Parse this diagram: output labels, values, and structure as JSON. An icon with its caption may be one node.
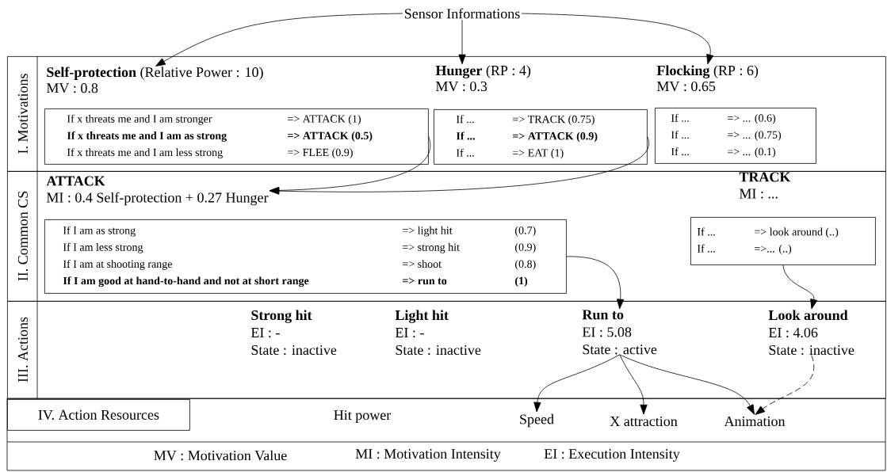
{
  "diagram": {
    "nodes": [
      {
        "text": [
          "Sensor Informations"
        ]
      },
      {
        "text": [
          "I. Motivations"
        ]
      },
      {
        "text": [
          "**Self-protection** (Relative Power : 10)",
          "MV : 0.8"
        ],
        "in": 1
      },
      {
        "text": [
          "If x threats me and I am stronger",
          "=> ATTACK (1)",
          "**If x threats me and I am as strong**",
          "**=> ATTACK (0.5)**",
          "If x threats me and I am less strong",
          "=> FLEE (0.9)"
        ],
        "in": 1
      },
      {
        "text": [
          "**Hunger** (RP : 4)",
          "MV : 0.3"
        ],
        "in": 1
      },
      {
        "text": [
          "If ...",
          "=> TRACK (0.75)",
          "**If ...**",
          "**=> ATTACK (0.9)**",
          "If ...",
          "=> EAT  (1)"
        ],
        "in": 1
      },
      {
        "text": [
          "**Flocking** (RP : 6)",
          "MV : 0.65"
        ],
        "in": 1
      },
      {
        "text": [
          "If ...",
          "=> ... (0.6)",
          "If ...",
          "=> ... (0.75)",
          "If ...",
          "=> ... (0.1)"
        ],
        "in": 1
      },
      {
        "text": [
          "II. Common CS"
        ]
      },
      {
        "text": [
          "ATTACK",
          "MI : 0.4 Self-protection + 0.27 Hunger"
        ],
        "in": 8
      },
      {
        "text": [
          "If I am as strong",
          "=> light hit",
          "(0.7)",
          "If I am less strong",
          "=> strong hit",
          "(0.9)",
          "If I am at shooting range",
          "=> shoot",
          "(0.8)",
          "**If I am good at hand-to-hand and not at short range**",
          "**=> run to**",
          "**(1)**"
        ],
        "in": 8
      },
      {
        "text": [
          "TRACK",
          "MI : ..."
        ],
        "in": 8
      },
      {
        "text": [
          "If ...",
          "=> look around (..)",
          "If ...",
          "=>... (..)"
        ],
        "in": 8
      },
      {
        "text": [
          "III. Actions"
        ]
      },
      {
        "text": [
          "Strong hit",
          "EI : -",
          "State : inactive"
        ],
        "in": 13
      },
      {
        "text": [
          "Light hit",
          "EI : -",
          "State : inactive"
        ],
        "in": 13
      },
      {
        "text": [
          "Run to",
          "EI : 5.08",
          "State : active"
        ],
        "in": 13
      },
      {
        "text": [
          "Look around",
          "EI : 4.06",
          "State : inactive"
        ],
        "in": 13
      },
      {
        "text": [
          "IV. Action Resources"
        ]
      },
      {
        "text": [
          "Hit power"
        ]
      },
      {
        "text": [
          "Speed"
        ]
      },
      {
        "text": [
          "X attraction"
        ]
      },
      {
        "text": [
          "Animation"
        ]
      }
    ],
    "edges": [
      {
        "from": 0,
        "to": 2,
        "arrow": "to"
      },
      {
        "from": 0,
        "to": 4,
        "arrow": "to"
      },
      {
        "from": 0,
        "to": 6,
        "arrow": "to"
      },
      {
        "from": 3,
        "to": 9,
        "arrow": "to"
      },
      {
        "from": 5,
        "to": 9,
        "arrow": "to"
      },
      {
        "from": 10,
        "to": 16,
        "arrow": "to"
      },
      {
        "from": 12,
        "to": 17,
        "arrow": "to"
      },
      {
        "from": 16,
        "to": 20,
        "arrow": "to"
      },
      {
        "from": 16,
        "to": 21,
        "arrow": "to"
      },
      {
        "from": 16,
        "to": 22,
        "arrow": "to"
      },
      {
        "from": 17,
        "to": 22,
        "arrow": "to",
        "style": "dashed"
      }
    ],
    "labels": [
      "MV : Motivation Value",
      "MI : Motivation Intensity",
      "EI : Execution Intensity"
    ]
  }
}
